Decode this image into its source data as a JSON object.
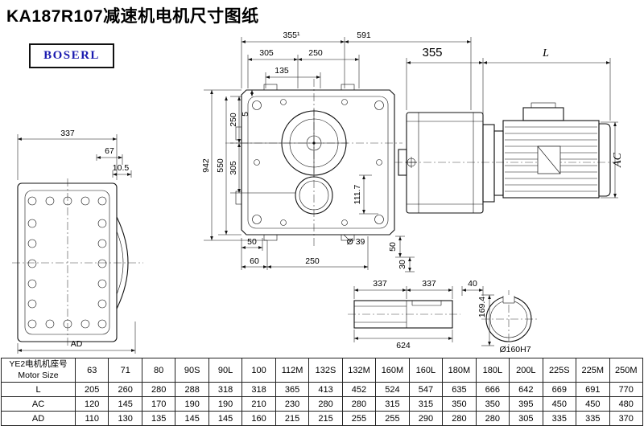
{
  "page": {
    "title": "KA187R107减速机电机尺寸图纸",
    "logo": "BOSERL"
  },
  "dims": {
    "left_337": "337",
    "left_67": "67",
    "left_10_5": "10.5",
    "left_ad": "AD",
    "front_355": "355¹",
    "front_591": "591",
    "front_305": "305",
    "front_250_top": "250",
    "front_135": "135",
    "front_250_left": "250",
    "front_5": "5",
    "front_305_left": "305",
    "front_550": "550",
    "front_942": "942",
    "front_111_7": "111.7",
    "front_50_bl": "50",
    "front_60": "60",
    "front_250_bottom": "250",
    "front_d39": "Ø 39",
    "front_50_br": "50",
    "front_30": "30",
    "side_355": "355",
    "side_l": "L",
    "side_ac": "AC",
    "shaft_337_a": "337",
    "shaft_337_b": "337",
    "shaft_40": "40",
    "shaft_169_4": "169.4",
    "shaft_624": "624",
    "bore_d160": "Ø160H7"
  },
  "table": {
    "header_cn": "YE2电机机座号",
    "header_en": "Motor Size",
    "sizes": [
      "63",
      "71",
      "80",
      "90S",
      "90L",
      "100",
      "112M",
      "132S",
      "132M",
      "160M",
      "160L",
      "180M",
      "180L",
      "200L",
      "225S",
      "225M",
      "250M"
    ],
    "rows": [
      {
        "label": "L",
        "values": [
          "205",
          "260",
          "280",
          "288",
          "318",
          "318",
          "365",
          "413",
          "452",
          "524",
          "547",
          "635",
          "666",
          "642",
          "669",
          "691",
          "770"
        ]
      },
      {
        "label": "AC",
        "values": [
          "120",
          "145",
          "170",
          "190",
          "190",
          "210",
          "230",
          "280",
          "280",
          "315",
          "315",
          "350",
          "350",
          "395",
          "450",
          "450",
          "480"
        ]
      },
      {
        "label": "AD",
        "values": [
          "110",
          "130",
          "135",
          "145",
          "145",
          "160",
          "215",
          "215",
          "255",
          "255",
          "290",
          "280",
          "280",
          "305",
          "335",
          "335",
          "370"
        ]
      }
    ]
  }
}
